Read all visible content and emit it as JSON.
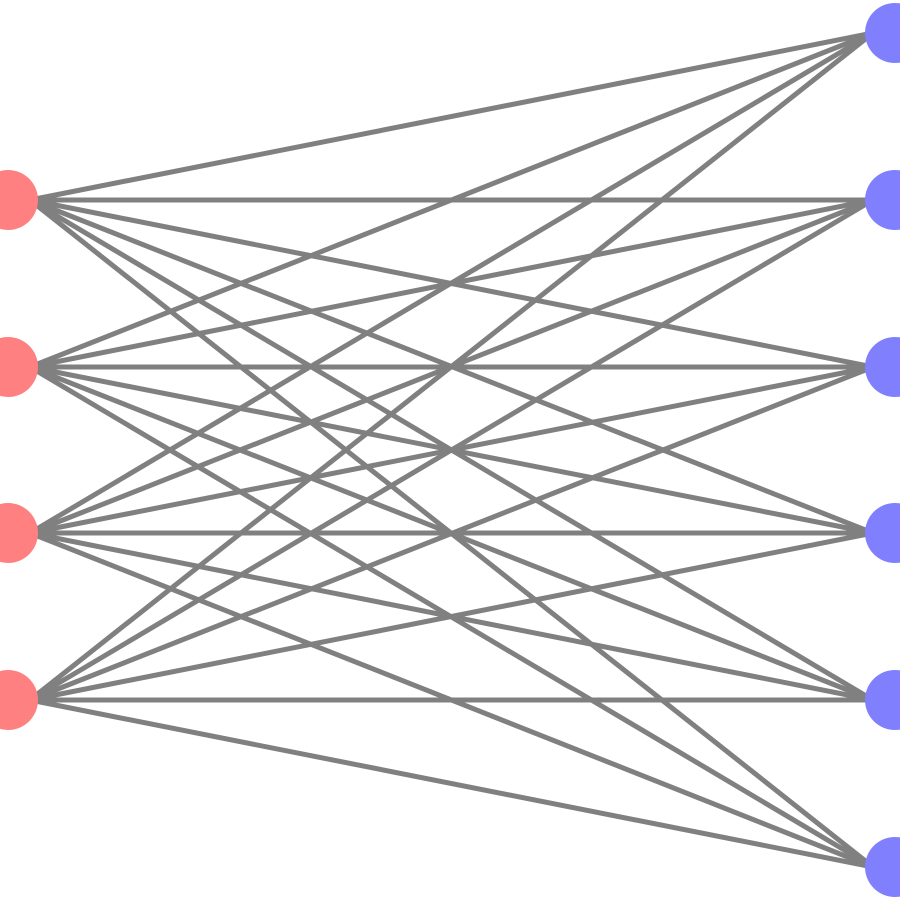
{
  "graph": {
    "type": "complete-bipartite",
    "left_nodes": [
      {
        "id": "L1"
      },
      {
        "id": "L2"
      },
      {
        "id": "L3"
      },
      {
        "id": "L4"
      }
    ],
    "right_nodes": [
      {
        "id": "R1"
      },
      {
        "id": "R2"
      },
      {
        "id": "R3"
      },
      {
        "id": "R4"
      },
      {
        "id": "R5"
      },
      {
        "id": "R6"
      }
    ],
    "edge_color": "#808080",
    "left_node_color": "#ff8080",
    "right_node_color": "#8080ff",
    "edge_count": 24
  }
}
